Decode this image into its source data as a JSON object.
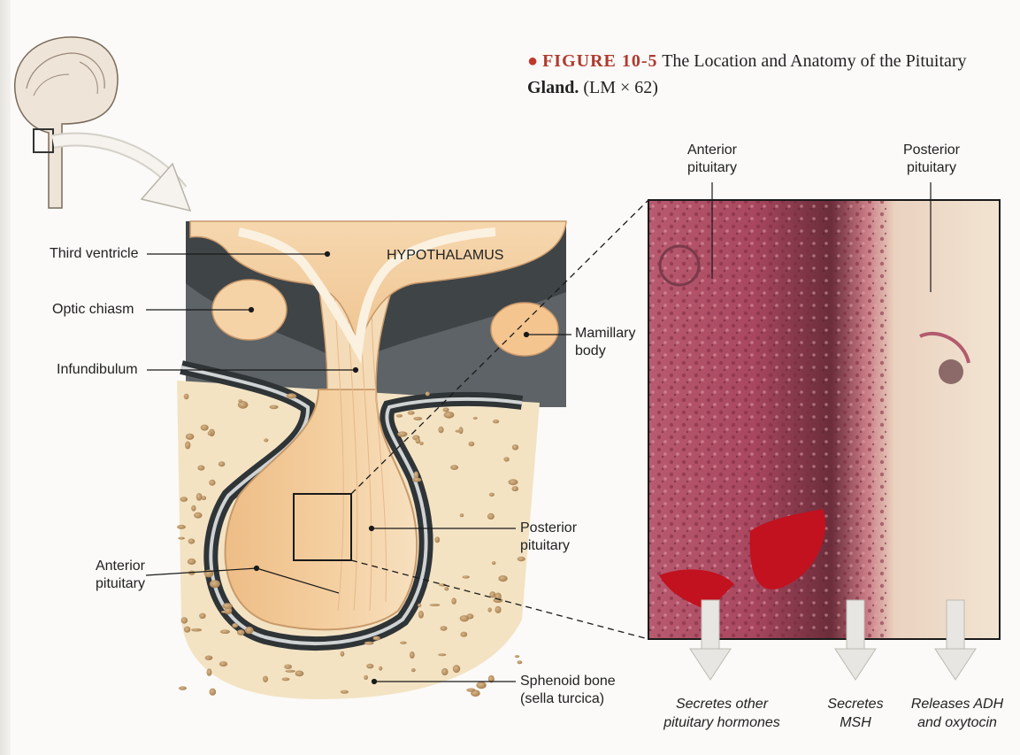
{
  "figure": {
    "label": "FIGURE 10-5",
    "title": "The Location and Anatomy of the Pituitary",
    "title_cont": "Gland.",
    "magnification": "(LM × 62)"
  },
  "diagram_labels": {
    "third_ventricle": "Third ventricle",
    "optic_chiasm": "Optic chiasm",
    "infundibulum": "Infundibulum",
    "hypothalamus": "HYPOTHALAMUS",
    "mamillary_line1": "Mamillary",
    "mamillary_line2": "body",
    "posterior_line1": "Posterior",
    "posterior_line2": "pituitary",
    "anterior_line1": "Anterior",
    "anterior_line2": "pituitary",
    "sphenoid_line1": "Sphenoid bone",
    "sphenoid_line2": "(sella turcica)"
  },
  "micrograph_labels": {
    "anterior_line1": "Anterior",
    "anterior_line2": "pituitary",
    "posterior_line1": "Posterior",
    "posterior_line2": "pituitary"
  },
  "secretions": [
    {
      "line1": "Secretes other",
      "line2": "pituitary hormones"
    },
    {
      "line1": "Secretes",
      "line2": "MSH"
    },
    {
      "line1": "Releases ADH",
      "line2": "and oxytocin"
    }
  ],
  "colors": {
    "accent_red": "#c0392b",
    "tissue_pink": "#a83a55",
    "gland_tan": "#f2c89a",
    "bone_beige": "#f3e3c3"
  }
}
